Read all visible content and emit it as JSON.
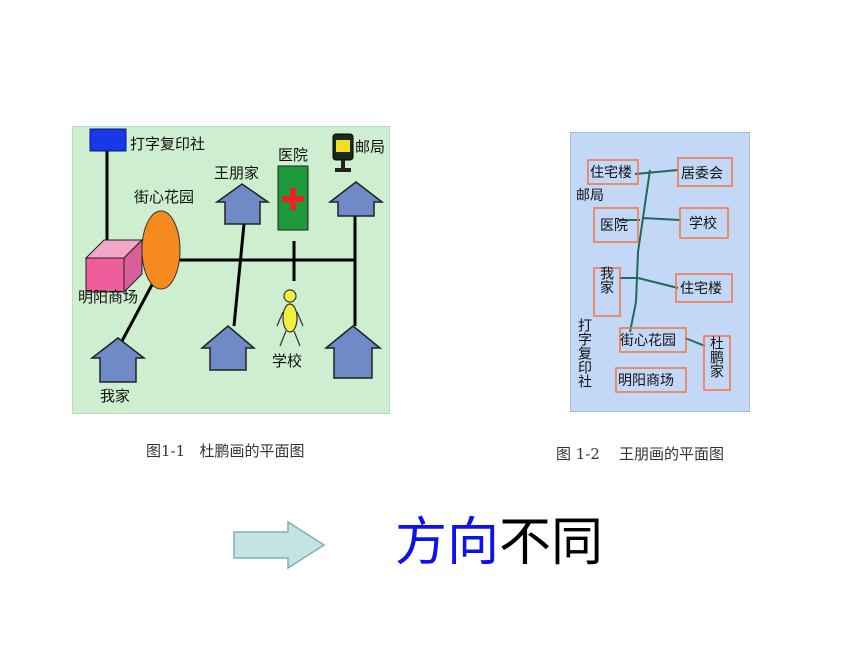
{
  "figure1": {
    "labels": {
      "print_shop": "打字复印社",
      "wang_home": "王朋家",
      "hospital": "医院",
      "post_office": "邮局",
      "garden": "街心花园",
      "mall": "明阳商场",
      "school": "学校",
      "my_home": "我家"
    },
    "caption": "图1-1   杜鹏画的平面图"
  },
  "figure2": {
    "labels": {
      "residence_top": "住宅楼",
      "post_office": "邮局",
      "committee": "居委会",
      "hospital": "医院",
      "school": "学校",
      "my_home": "我家",
      "residence_mid": "住宅楼",
      "garden": "街心花园",
      "du_home": "杜鹏家",
      "print_shop": "打字复印社",
      "mall": "明阳商场"
    },
    "caption": "图 1-2    王朋画的平面图"
  },
  "headline": {
    "blue": "方向",
    "black": "不同"
  },
  "colors": {
    "map1_bg": "#cdeecf",
    "map2_bg": "#c2d8f6",
    "headline_blue": "#1010ee",
    "arrow_fill": "#c6e3e3"
  }
}
